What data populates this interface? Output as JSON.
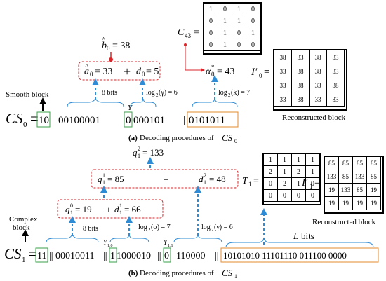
{
  "panel_a": {
    "b0": "b̂0 = 38",
    "b0_hat": "b",
    "b0_sub": "0",
    "b0_val": "= 38",
    "a0_hat": "a",
    "a0_sub": "0",
    "a0_val": "= 33",
    "plus": "+",
    "d0": "d",
    "d0_sub": "0",
    "d0_val": "= 5",
    "alpha": "α",
    "alpha_sub": "0",
    "alpha_sup": "*",
    "alpha_val": "= 43",
    "c43": "C",
    "c43_sub": "43",
    "equals": "=",
    "smooth_block": "Smooth block",
    "bits8": "8 bits",
    "y_label": "Y",
    "log_gamma": "log",
    "log_gamma_sub": "2",
    "log_gamma_arg": "(γ) = 6",
    "log_k_arg": "(k) = 7",
    "cs": "CS",
    "cs_sub": "0",
    "seg1": "10",
    "seg2": "00100001",
    "seg3": "0",
    "seg4": "000101",
    "seg5": "0101011",
    "sep": "||",
    "i0": "I′",
    "i0_sub": "0",
    "reconstructed": "Reconstructed block",
    "caption_a": "(a)",
    "caption_text": "Decoding procedures of",
    "caption_cs": "CS",
    "caption_cs_sub": "0",
    "c_matrix": [
      [
        "1",
        "0",
        "1",
        "0"
      ],
      [
        "0",
        "1",
        "1",
        "0"
      ],
      [
        "0",
        "1",
        "0",
        "1"
      ],
      [
        "0",
        "1",
        "0",
        "0"
      ]
    ],
    "i_matrix": [
      [
        "38",
        "33",
        "38",
        "33"
      ],
      [
        "33",
        "38",
        "38",
        "33"
      ],
      [
        "33",
        "38",
        "33",
        "38"
      ],
      [
        "33",
        "38",
        "33",
        "33"
      ]
    ]
  },
  "panel_b": {
    "q2": "q",
    "q2_sub": "1",
    "q2_sup": "2",
    "q2_val": "= 133",
    "q1": "q",
    "q1_sub": "1",
    "q1_sup": "1",
    "q1_val": "= 85",
    "plus": "+",
    "d1": "d",
    "d1_sub": "1",
    "d1_sup": "2",
    "d1_val": "= 48",
    "q0": "q",
    "q0_sub": "1",
    "q0_sup": "0",
    "q0_val": "= 19",
    "d0": "d",
    "d0_sub": "1",
    "d0_sup": "1",
    "d0_val": "= 66",
    "t1": "T",
    "t1_sub": "1",
    "equals": "=",
    "complex_block_1": "Complex",
    "complex_block_2": "block",
    "bits8": "8 bits",
    "y10": "Y",
    "y10_sub": "1,0",
    "y11": "Y",
    "y11_sub": "1,1",
    "log_sigma_arg": "(σ) = 7",
    "log_gamma_arg": "(γ) = 6",
    "log": "log",
    "log_sub": "2",
    "l_bits": "L",
    "l_bits_text": "bits",
    "cs": "CS",
    "cs_sub": "1",
    "seg1": "11",
    "seg2": "00010011",
    "seg3": "1",
    "seg4": "1000010",
    "seg5": "0",
    "seg6": "110000",
    "seg7": "10101010 11101110 011100 0000",
    "sep": "||",
    "i1": "I′",
    "i1_sub": "1",
    "reconstructed": "Reconstructed block",
    "caption_b": "(b)",
    "caption_text": "Decoding procedures of",
    "caption_cs": "CS",
    "caption_cs_sub": "1",
    "t_matrix": [
      [
        "1",
        "1",
        "1",
        "1"
      ],
      [
        "2",
        "1",
        "2",
        "1"
      ],
      [
        "0",
        "2",
        "1",
        "0"
      ],
      [
        "0",
        "0",
        "0",
        "0"
      ]
    ],
    "i_matrix": [
      [
        "85",
        "85",
        "85",
        "85"
      ],
      [
        "133",
        "85",
        "133",
        "85"
      ],
      [
        "19",
        "133",
        "85",
        "19"
      ],
      [
        "19",
        "19",
        "19",
        "19"
      ]
    ]
  },
  "colors": {
    "red": "#d9262b",
    "blue": "#2e8bd6",
    "green": "#3aa24a",
    "orange": "#e58b2e"
  }
}
